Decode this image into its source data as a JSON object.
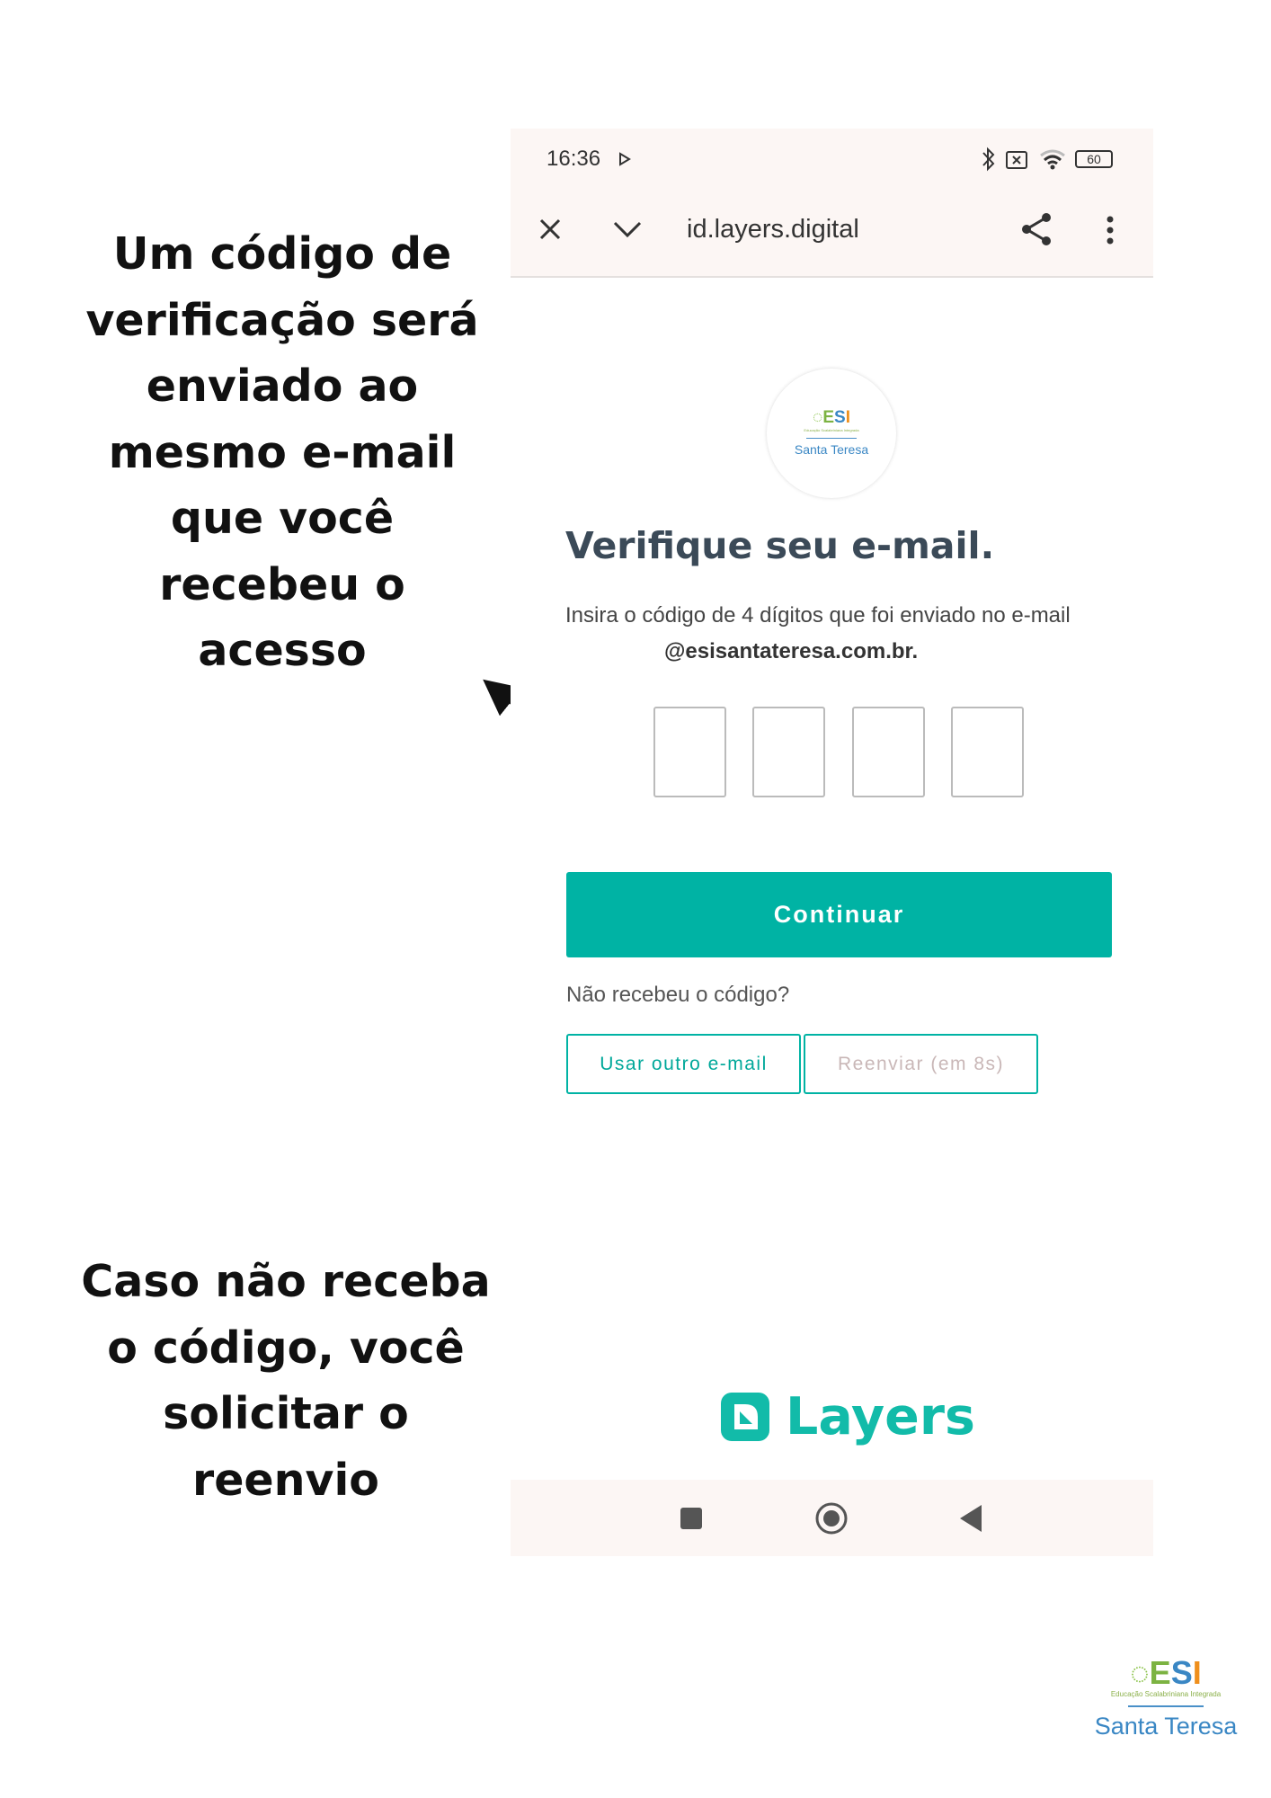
{
  "annotations": {
    "top": [
      "Um código de",
      "verificação será",
      "enviado ao",
      "mesmo e-mail",
      "que você",
      "recebeu o",
      "acesso"
    ],
    "bottom": [
      "Caso não receba",
      "o código, você",
      "solicitar o",
      "reenvio"
    ]
  },
  "status_bar": {
    "time": "16:36",
    "battery": "60"
  },
  "browser": {
    "url": "id.layers.digital"
  },
  "org_logo": {
    "brand": "ESI",
    "subtitle": "Educação Scalabriniana Integrada",
    "name": "Santa Teresa"
  },
  "page": {
    "title": "Verifique seu e-mail.",
    "description": "Insira o código de 4 dígitos que foi enviado no e-mail",
    "email": "@esisantateresa.com.br.",
    "code_digits": [
      "",
      "",
      "",
      ""
    ],
    "continue_label": "Continuar",
    "not_received": "Não recebeu o código?",
    "other_email_label": "Usar outro e-mail",
    "resend_label": "Reenviar (em 8s)"
  },
  "footer_brand": "Layers",
  "colors": {
    "accent": "#00b3a4"
  }
}
